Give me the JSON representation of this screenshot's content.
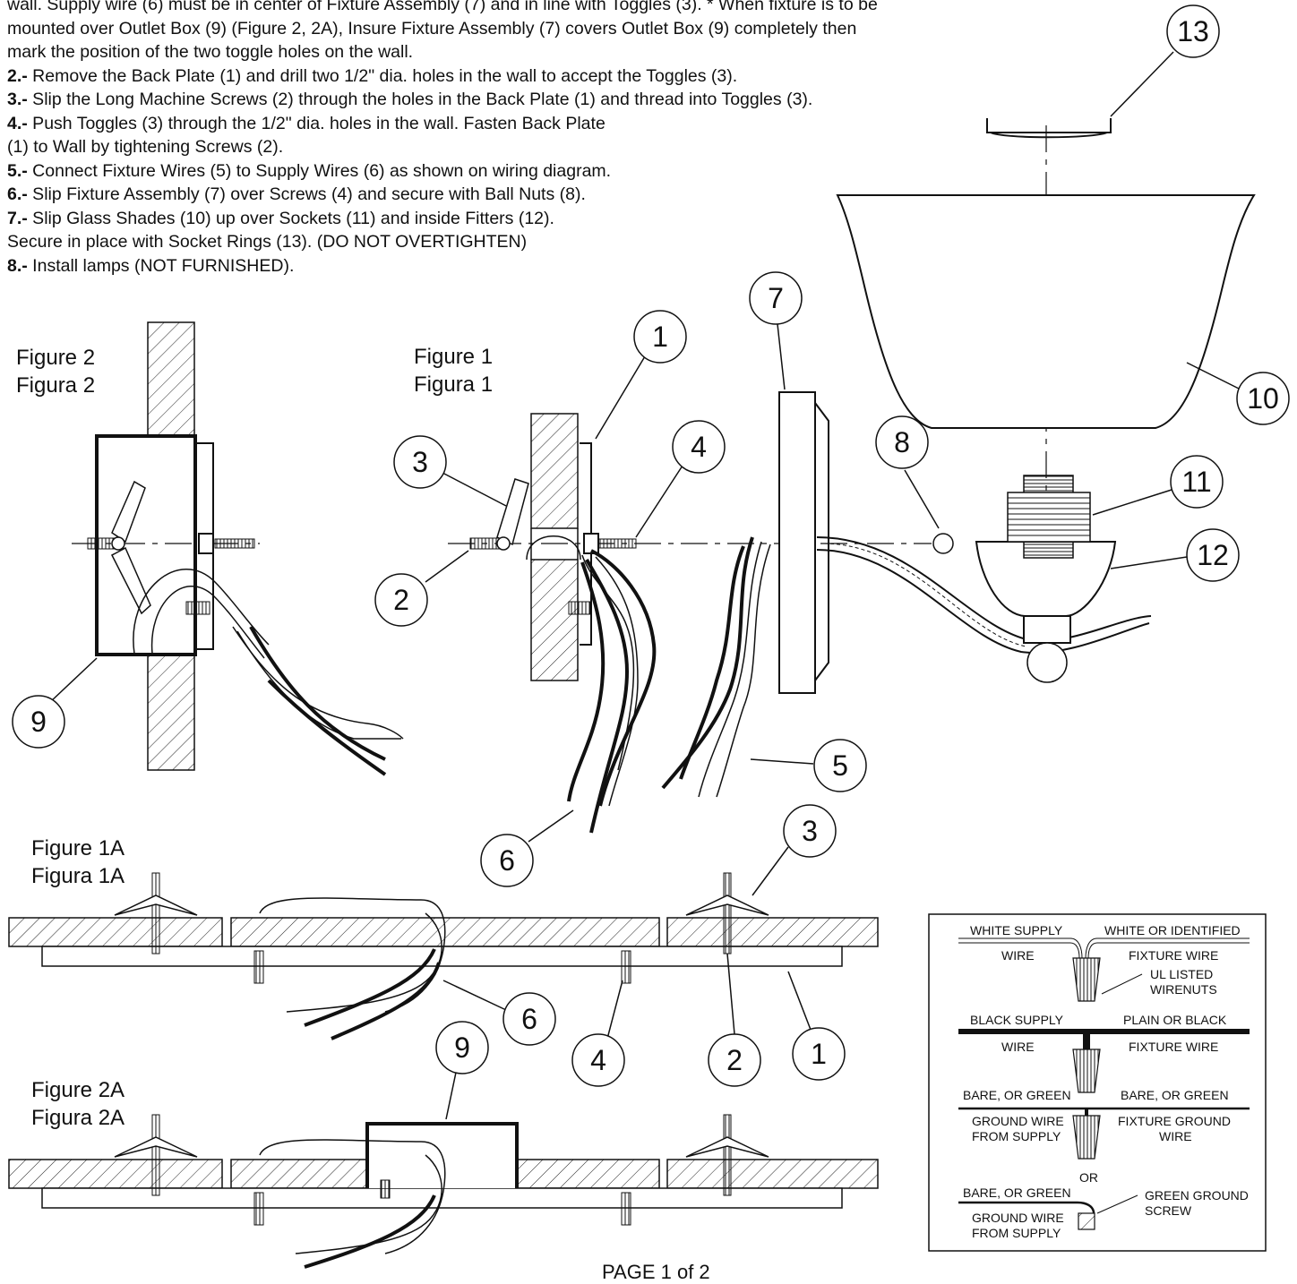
{
  "instructions": [
    {
      "num": "",
      "text": "wall. Supply wire (6) must be in center of Fixture Assembly (7) and in line with Toggles (3). * When fixture is to be"
    },
    {
      "num": "",
      "text": "mounted over Outlet Box (9) (Figure 2, 2A), Insure Fixture Assembly (7) covers Outlet Box (9) completely then"
    },
    {
      "num": "",
      "text": "mark the position of the two toggle holes on the wall."
    },
    {
      "num": "2.-",
      "text": " Remove the Back Plate (1) and drill two 1/2\" dia. holes in the wall to accept the Toggles (3)."
    },
    {
      "num": "3.-",
      "text": " Slip the Long Machine Screws (2) through the holes in the Back Plate (1) and thread into Toggles (3)."
    },
    {
      "num": "4.-",
      "text": " Push Toggles (3) through the 1/2\" dia. holes in the wall. Fasten Back Plate"
    },
    {
      "num": "",
      "text": "(1) to Wall by tightening Screws (2)."
    },
    {
      "num": "5.-",
      "text": " Connect Fixture Wires (5) to Supply Wires (6) as shown on wiring diagram."
    },
    {
      "num": "6.-",
      "text": " Slip Fixture Assembly (7) over Screws (4) and secure with Ball Nuts (8)."
    },
    {
      "num": "7.-",
      "text": " Slip Glass Shades (10) up over Sockets (11) and inside Fitters (12)."
    },
    {
      "num": "",
      "text": "Secure in place with Socket Rings (13).  (DO NOT OVERTIGHTEN)"
    },
    {
      "num": "8.-",
      "text": " Install lamps (NOT FURNISHED)."
    }
  ],
  "figures": {
    "fig2": [
      "Figure 2",
      "Figura 2"
    ],
    "fig1": [
      "Figure 1",
      "Figura 1"
    ],
    "fig1a": [
      "Figure 1A",
      "Figura 1A"
    ],
    "fig2a": [
      "Figure 2A",
      "Figura 2A"
    ]
  },
  "callouts": {
    "c13": "13",
    "c7": "7",
    "c1": "1",
    "c10": "10",
    "c3": "3",
    "c4": "4",
    "c8": "8",
    "c11": "11",
    "c12": "12",
    "c2": "2",
    "c9": "9",
    "c5": "5",
    "c6": "6",
    "c3b": "3",
    "c6b": "6",
    "c9b": "9",
    "c4b": "4",
    "c2b": "2",
    "c1b": "1"
  },
  "wiring": {
    "white_supply": [
      "WHITE SUPPLY",
      "WIRE"
    ],
    "white_fixture": [
      "WHITE OR IDENTIFIED",
      "FIXTURE WIRE"
    ],
    "wirenuts": [
      "UL LISTED",
      "WIRENUTS"
    ],
    "black_supply": [
      "BLACK SUPPLY",
      "WIRE"
    ],
    "black_fixture": [
      "PLAIN OR BLACK",
      "FIXTURE WIRE"
    ],
    "ground_supply_a": [
      "BARE, OR GREEN",
      "GROUND WIRE",
      "FROM SUPPLY"
    ],
    "ground_fixture": [
      "BARE, OR GREEN",
      "FIXTURE GROUND",
      "WIRE"
    ],
    "or": "OR",
    "ground_supply_b": [
      "BARE, OR GREEN",
      "GROUND WIRE",
      "FROM SUPPLY"
    ],
    "ground_screw": [
      "GREEN GROUND",
      "SCREW"
    ]
  },
  "footer": "PAGE 1 of 2"
}
